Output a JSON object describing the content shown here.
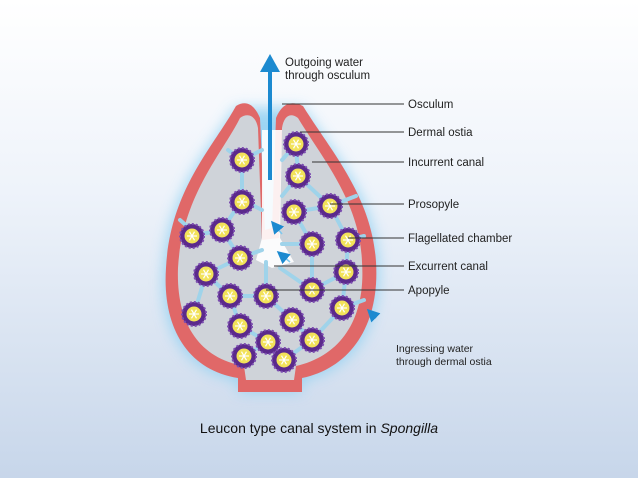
{
  "labels": {
    "outgoing_line1": "Outgoing water",
    "outgoing_line2": "through osculum",
    "osculum": "Osculum",
    "dermal_ostia": "Dermal ostia",
    "incurrent_canal": "Incurrent canal",
    "prosopyle": "Prosopyle",
    "flagellated_chamber": "Flagellated chamber",
    "excurrent_canal": "Excurrent canal",
    "apopyle": "Apopyle",
    "ingressing_line1": "Ingressing water",
    "ingressing_line2": "through dermal ostia"
  },
  "caption": {
    "text": "Leucon type canal system in ",
    "genus": "Spongilla"
  },
  "colors": {
    "wall": "#e06868",
    "mesenchyme": "#cfd3d9",
    "canal": "#9fd3ea",
    "chamber_ring": "#5b2a8c",
    "chamber_core": "#f2e25a",
    "arrow": "#1c8ad0",
    "glow": "#7ec8ee"
  }
}
